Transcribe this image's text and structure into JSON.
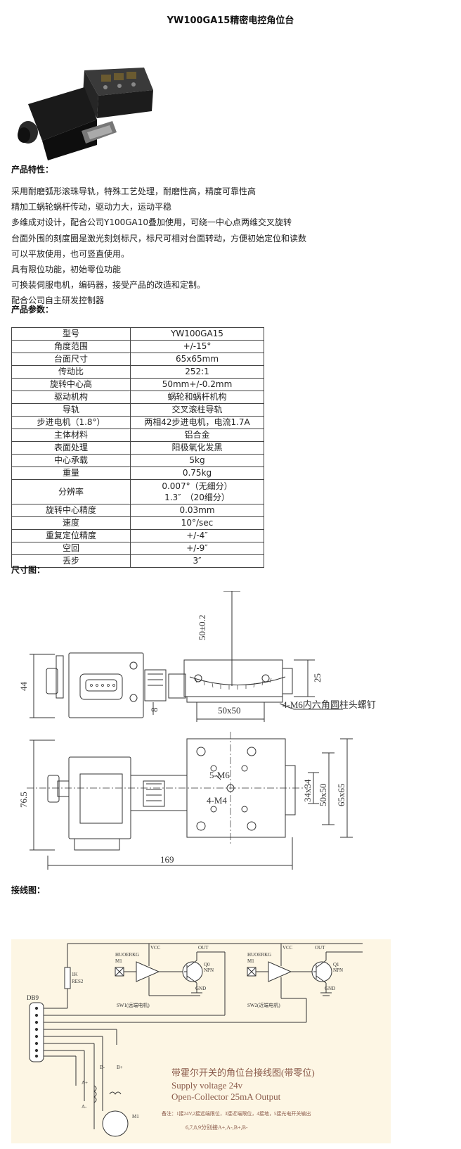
{
  "title": "YW100GA15精密电控角位台",
  "features": {
    "heading": "产品特性：",
    "items": [
      "采用耐磨弧形滚珠导轨，特殊工艺处理，耐磨性高，精度可靠性高",
      "精加工蜗轮蜗杆传动，驱动力大，运动平稳",
      "多维成对设计，配合公司Y100GA10叠加使用，可绕一中心点两维交叉旋转",
      "台面外围的刻度圈是激光刻划标尺，标尺可相对台面转动，方便初始定位和读数",
      "可以平放使用，也可竖直使用。",
      "具有限位功能，初始零位功能",
      "可换装伺服电机，编码器，接受产品的改造和定制。",
      "配合公司自主研发控制器"
    ]
  },
  "params": {
    "heading": "产品参数：",
    "rows": [
      {
        "k": "型号",
        "v": [
          "YW100GA15"
        ]
      },
      {
        "k": "角度范围",
        "v": [
          "+/-15°"
        ]
      },
      {
        "k": "台面尺寸",
        "v": [
          "65x65mm"
        ]
      },
      {
        "k": "传动比",
        "v": [
          "252:1"
        ]
      },
      {
        "k": "旋转中心高",
        "v": [
          "50mm+/-0.2mm"
        ]
      },
      {
        "k": "驱动机构",
        "v": [
          "蜗轮和蜗杆机构"
        ]
      },
      {
        "k": "导轨",
        "v": [
          "交叉滚柱导轨"
        ]
      },
      {
        "k": "步进电机（1.8°）",
        "v": [
          "两相42步进电机，电流1.7A"
        ]
      },
      {
        "k": "主体材料",
        "v": [
          "铝合金"
        ]
      },
      {
        "k": "表面处理",
        "v": [
          "阳极氧化发黑"
        ]
      },
      {
        "k": "中心承载",
        "v": [
          "5kg"
        ]
      },
      {
        "k": "重量",
        "v": [
          "0.75kg"
        ]
      },
      {
        "k": "分辨率",
        "v": [
          "0.007°（无细分）",
          "1.3″　（20细分）"
        ]
      },
      {
        "k": "旋转中心精度",
        "v": [
          "0.03mm"
        ]
      },
      {
        "k": "速度",
        "v": [
          "10°/sec"
        ]
      },
      {
        "k": "重复定位精度",
        "v": [
          "+/-4″"
        ]
      },
      {
        "k": "空回",
        "v": [
          "+/-9″"
        ]
      },
      {
        "k": "丢步",
        "v": [
          "3″"
        ]
      }
    ]
  },
  "dimensions": {
    "heading": "尺寸图：",
    "labels": {
      "height": "50±0.2",
      "h44": "44",
      "h25": "25",
      "h8": "8",
      "w5050": "50x50",
      "screw": "4-M6内六角圆柱头螺钉",
      "m6": "5-M6",
      "m4": "4-M4",
      "v765": "76.5",
      "v3434": "34x34",
      "v5050": "50x50",
      "v6565": "65x65",
      "w169": "169"
    }
  },
  "wiring": {
    "heading": "接线图：",
    "labels": {
      "db9": "DB9",
      "r1": "1K",
      "r2": "RES2",
      "hall1": "HUOERKG",
      "m1": "M1",
      "vcc1": "VCC",
      "out1": "OUT",
      "q0": "Q0",
      "npn0": "NPN",
      "gnd1": "GND",
      "sw1": "SW1(远端电机)",
      "hall2": "HUOERKG",
      "m2": "M1",
      "vcc2": "VCC",
      "out2": "OUT",
      "q1": "Q1",
      "npn1": "NPN",
      "gnd2": "GND",
      "sw2": "SW2(近端电机)",
      "a_plus": "A+",
      "a_minus": "A-",
      "b_minus": "B-",
      "b_plus": "B+",
      "motor": "M1",
      "caption_cn": "带霍尔开关的角位台接线图(带零位)",
      "caption_en1": "Supply voltage 24v",
      "caption_en2": "Open-Collector 25mA Output",
      "note1": "备注：1接24V,2接远端限位，3接近端限位，4接地，5接光电开关输出",
      "note2": "6,7,8,9分别接A+,A-,B+,B-"
    }
  }
}
